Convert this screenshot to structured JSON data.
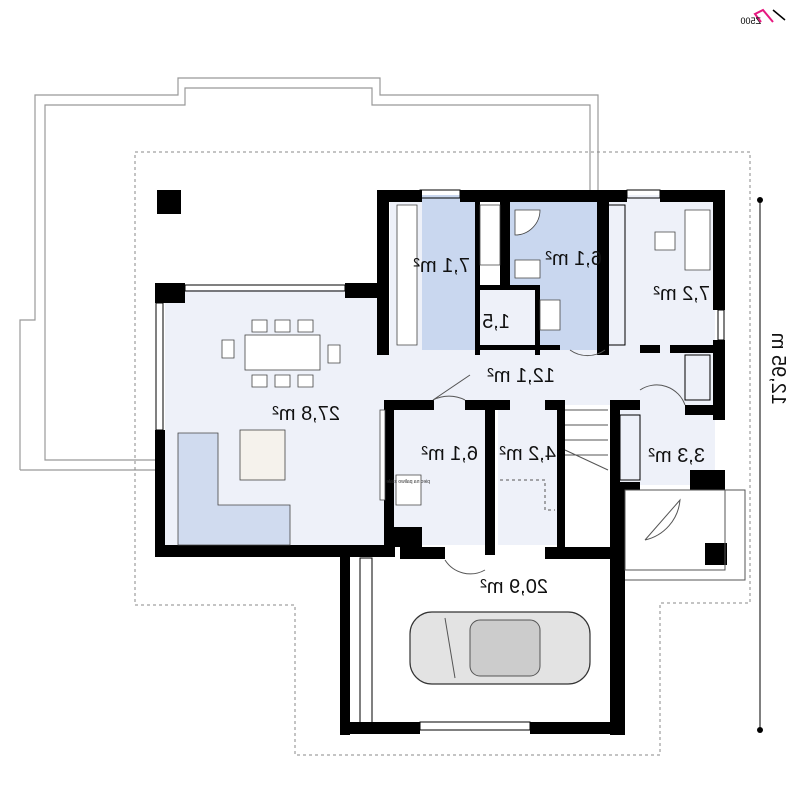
{
  "logo": {
    "text": "Z500",
    "accent": "#e6187f"
  },
  "rooms": [
    {
      "id": "living",
      "area": "27,8 m²"
    },
    {
      "id": "kitchen",
      "area": "7,1 m²"
    },
    {
      "id": "wc",
      "area": "1,5"
    },
    {
      "id": "bathroom",
      "area": "6,1 m²"
    },
    {
      "id": "bedroom",
      "area": "7,2 m²"
    },
    {
      "id": "hall",
      "area": "12,1 m²"
    },
    {
      "id": "boiler",
      "area": "6,1 m²"
    },
    {
      "id": "storage",
      "area": "4,2 m²"
    },
    {
      "id": "vestibule",
      "area": "3,3 m²"
    },
    {
      "id": "garage",
      "area": "20,9 m²"
    }
  ],
  "boiler_note": "piec na paliwo stałe",
  "dimension": "12,95 m",
  "colors": {
    "room": "#eef1f9",
    "wet": "#c9d7ef",
    "wall": "#000000"
  }
}
